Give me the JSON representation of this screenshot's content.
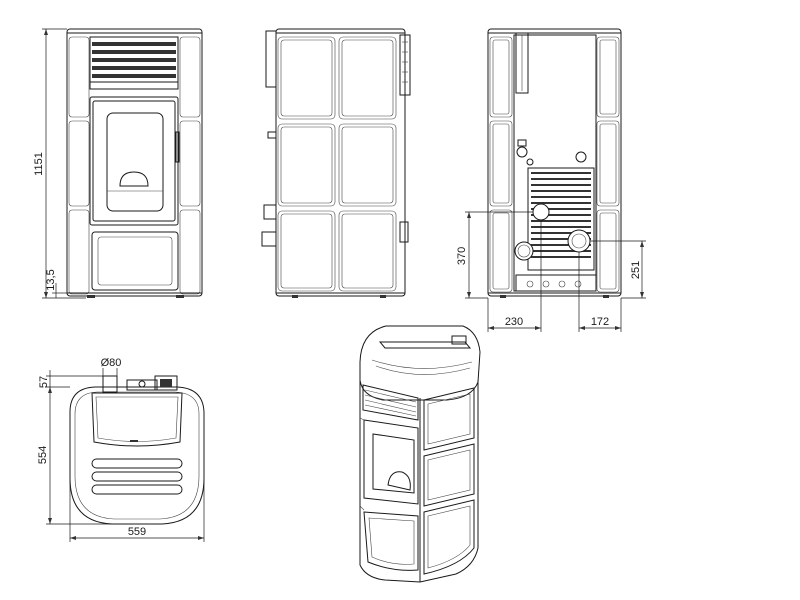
{
  "dimensions": {
    "height_total": "1151",
    "feet_height": "13,5",
    "outlet_height": "370",
    "inlet_height": "251",
    "outlet_offset": "230",
    "inlet_offset": "172",
    "flue_diameter": "Ø80",
    "rear_projection": "57",
    "depth": "554",
    "width": "559"
  }
}
